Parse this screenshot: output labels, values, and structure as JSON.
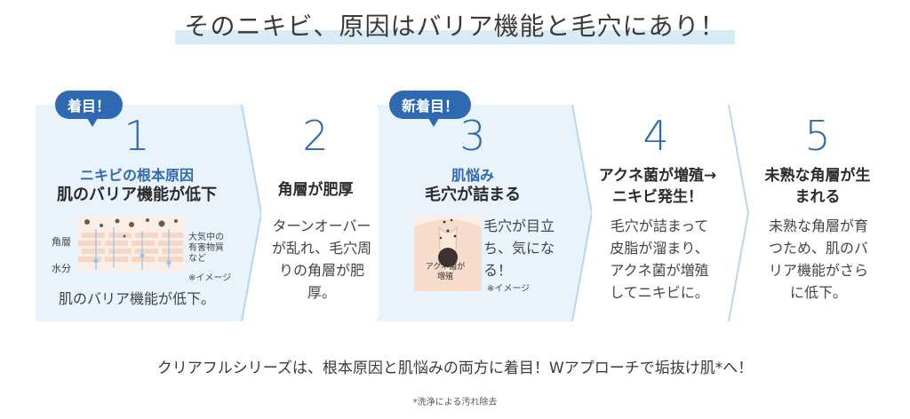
{
  "title": "そのニキビ、原因はバリア機能と毛穴にあり！",
  "steps": [
    {
      "badge": "着目！",
      "number": "1",
      "subtitle": "ニキビの根本原因",
      "heading": "肌のバリア機能が低下",
      "illustration_labels": {
        "horny_layer": "角層",
        "water": "水分",
        "irritants": "大気中の有害物質など",
        "image_note": "※イメージ"
      },
      "caption": "肌のバリア機能が低下。"
    },
    {
      "number": "2",
      "heading": "角層が肥厚",
      "body": "ターンオーバーが乱れ、毛穴周りの角層が肥厚。"
    },
    {
      "badge": "新着目！",
      "number": "3",
      "subtitle": "肌悩み",
      "heading": "毛穴が詰まる",
      "illustration_labels": {
        "bacteria": "アクネ菌が増殖",
        "image_note": "※イメージ"
      },
      "body": "毛穴が目立ち、気になる！"
    },
    {
      "number": "4",
      "heading": "アクネ菌が増殖→ニキビ発生！",
      "body": "毛穴が詰まって皮脂が溜まり、アクネ菌が増殖してニキビに。"
    },
    {
      "number": "5",
      "heading": "未熟な角層が生まれる",
      "body": "未熟な角層が育つため、肌のバリア機能がさらに低下。"
    }
  ],
  "footer": "クリアフルシリーズは、根本原因と肌悩みの両方に着目！Wアプローチで垢抜け肌*へ！",
  "footnote": "*洗浄による汚れ除去",
  "colors": {
    "accent": "#2f69b2",
    "panel_bg": "#e9f3fb",
    "chevron": "#b9d6ee"
  }
}
